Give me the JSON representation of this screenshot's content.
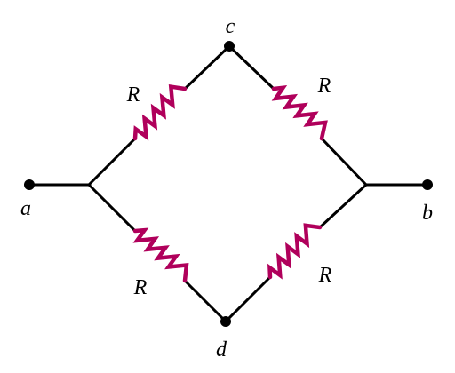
{
  "colors": {
    "wire": "#000000",
    "resistor": "#b0005b",
    "node": "#000000",
    "background": "#ffffff"
  },
  "nodes": {
    "a": "a",
    "b": "b",
    "c": "c",
    "d": "d"
  },
  "resistors": {
    "upper_left": "R",
    "upper_right": "R",
    "lower_left": "R",
    "lower_right": "R"
  }
}
